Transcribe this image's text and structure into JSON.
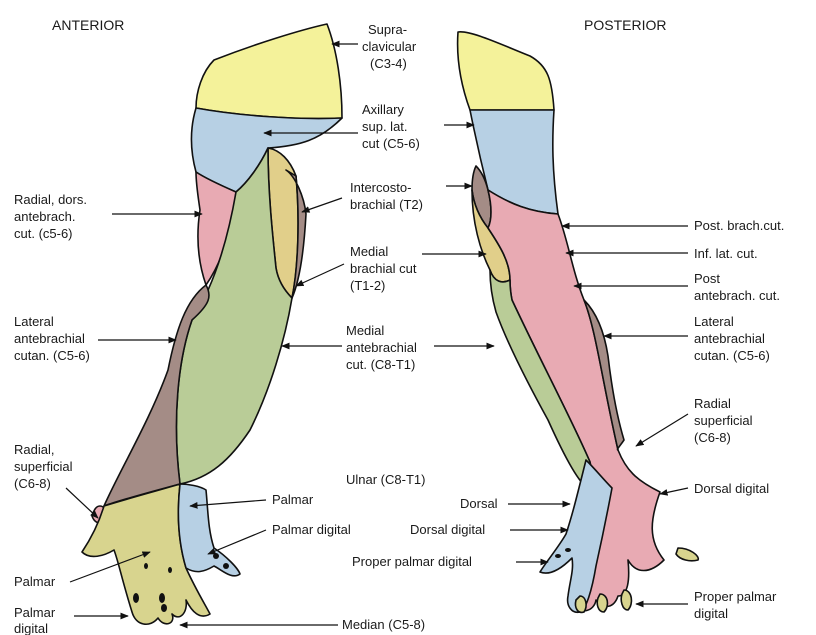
{
  "titles": {
    "anterior": "ANTERIOR",
    "posterior": "POSTERIOR"
  },
  "colors": {
    "supraclavicular": "#f4f29a",
    "axillary": "#b7d0e4",
    "radial": "#e8aab3",
    "medial_brachial": "#e1cf8a",
    "medial_antebrachial": "#b9cc97",
    "lateral_antebrachial": "#a48c86",
    "median": "#d8d48e",
    "ulnar": "#b7d0e4",
    "outline": "#111111"
  },
  "labels": {
    "supraclavicular": [
      "Supra-",
      "clavicular",
      "(C3-4)"
    ],
    "axillary": [
      "Axillary",
      "sup. lat.",
      "cut (C5-6)"
    ],
    "intercostobrachial": [
      "Intercosto-",
      "brachial (T2)"
    ],
    "medial_brachial": [
      "Medial",
      "brachial cut",
      "(T1-2)"
    ],
    "medial_antebrachial": [
      "Medial",
      "antebrachial",
      "cut. (C8-T1)"
    ],
    "ulnar": "Ulnar (C8-T1)",
    "median": "Median (C5-8)",
    "anterior": {
      "radial_dors_antebrach": [
        "Radial, dors.",
        "antebrach.",
        "cut. (c5-6)"
      ],
      "lateral_antebrachial": [
        "Lateral",
        "antebrachial",
        "cutan. (C5-6)"
      ],
      "radial_superficial": [
        "Radial,",
        "superficial",
        "(C6-8)"
      ],
      "palmar_left": "Palmar",
      "palmar_digital_left": [
        "Palmar",
        "digital"
      ],
      "palmar_right": "Palmar",
      "palmar_digital_right": "Palmar digital"
    },
    "posterior": {
      "post_brach_cut": "Post. brach.cut.",
      "inf_lat_cut": "Inf. lat. cut.",
      "post_antebrach_cut": [
        "Post",
        "antebrach. cut."
      ],
      "lateral_antebrachial": [
        "Lateral",
        "antebrachial",
        "cutan. (C5-6)"
      ],
      "radial_superficial": [
        "Radial",
        "superficial",
        "(C6-8)"
      ],
      "dorsal_digital": "Dorsal digital",
      "dorsal": "Dorsal",
      "dorsal_digital_mid": "Dorsal digital",
      "proper_palmar_digital_mid": "Proper palmar digital",
      "proper_palmar_digital": [
        "Proper palmar",
        "digital"
      ]
    }
  }
}
